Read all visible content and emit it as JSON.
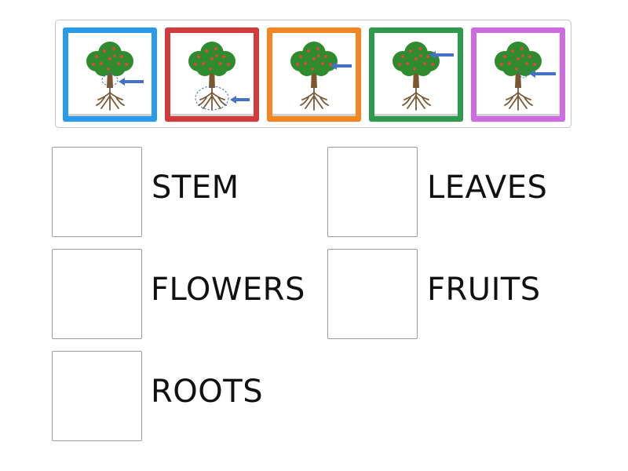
{
  "tiles": [
    {
      "border_color": "#2a9be6",
      "highlight": "stem",
      "icon": "tree-with-stem-highlight-icon"
    },
    {
      "border_color": "#d23b3b",
      "highlight": "roots",
      "icon": "tree-with-roots-highlight-icon"
    },
    {
      "border_color": "#f28622",
      "highlight": "flowers",
      "icon": "tree-with-flowers-highlight-icon"
    },
    {
      "border_color": "#2f9a4d",
      "highlight": "leaves",
      "icon": "tree-with-leaves-highlight-icon"
    },
    {
      "border_color": "#cf6be0",
      "highlight": "fruits",
      "icon": "tree-with-fruits-highlight-icon"
    }
  ],
  "targets": [
    {
      "label": "STEM"
    },
    {
      "label": "LEAVES"
    },
    {
      "label": "FLOWERS"
    },
    {
      "label": "FRUITS"
    },
    {
      "label": "ROOTS"
    }
  ]
}
